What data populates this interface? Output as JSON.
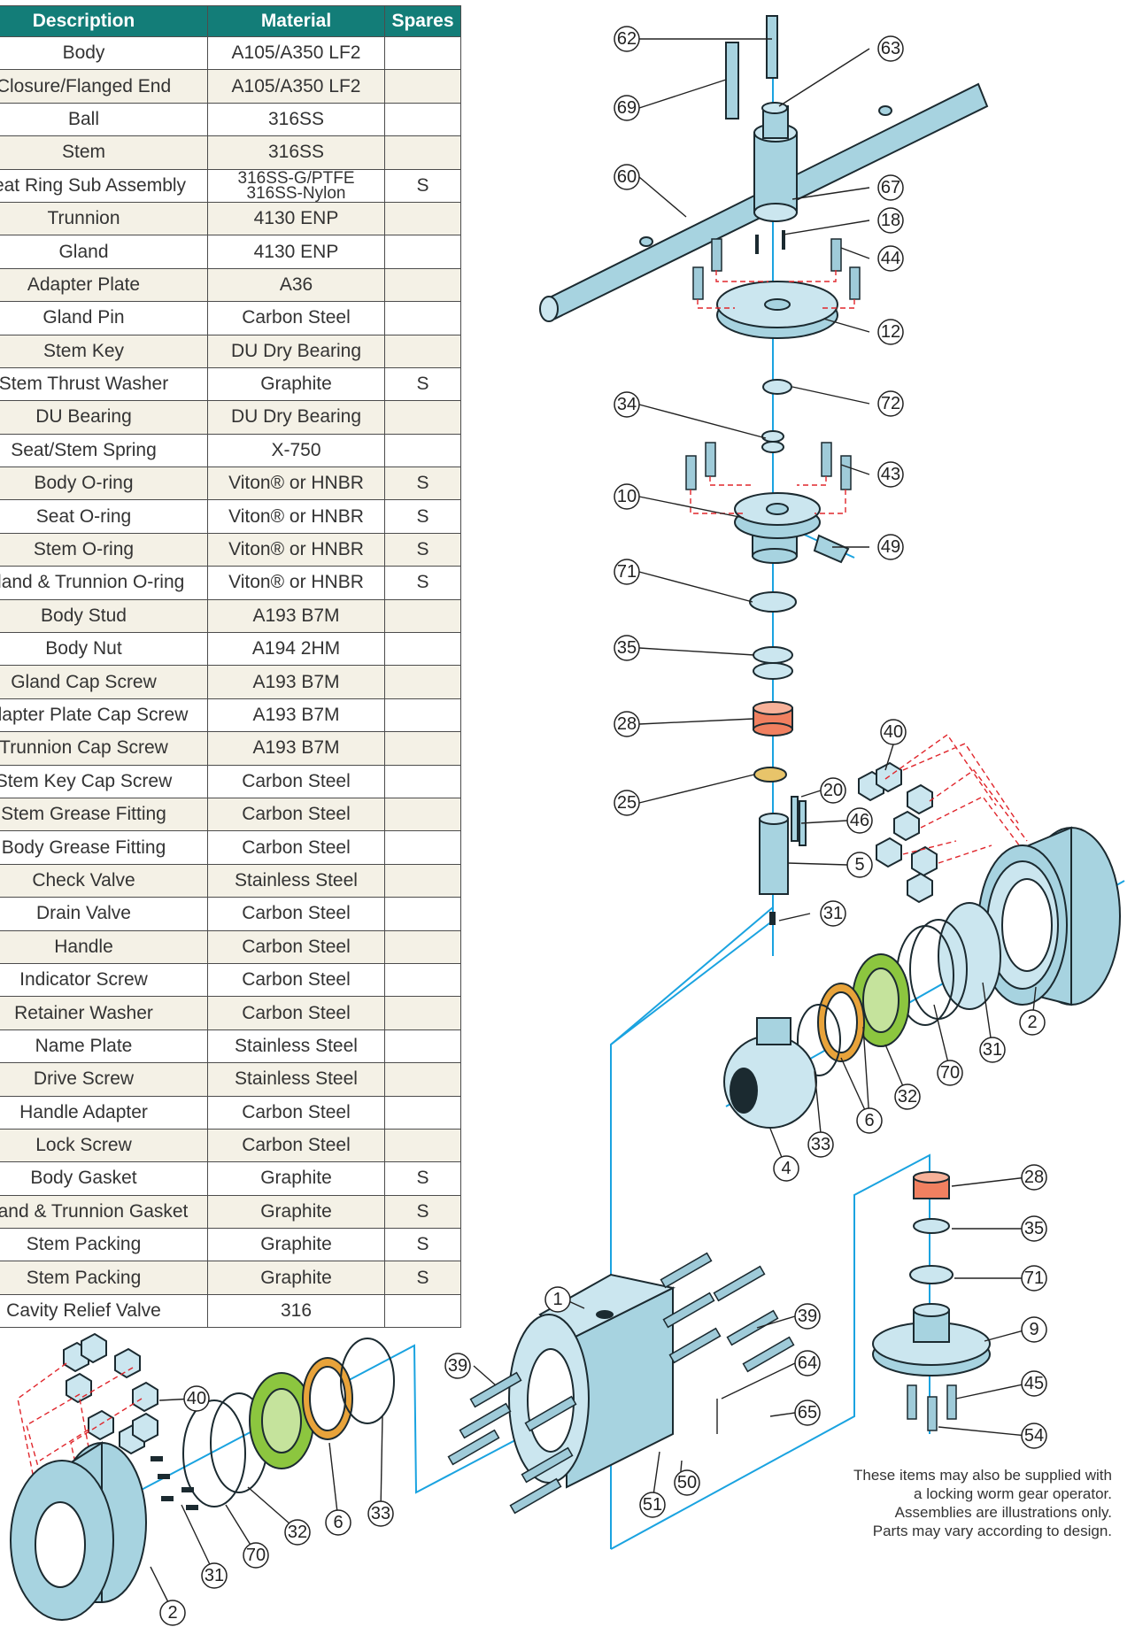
{
  "table": {
    "headers": {
      "description": "Description",
      "material": "Material",
      "spares": "Spares"
    },
    "rows": [
      {
        "description": "Body",
        "material": "A105/A350 LF2",
        "spares": ""
      },
      {
        "description": "Closure/Flanged End",
        "material": "A105/A350 LF2",
        "spares": ""
      },
      {
        "description": "Ball",
        "material": "316SS",
        "spares": ""
      },
      {
        "description": "Stem",
        "material": "316SS",
        "spares": ""
      },
      {
        "description": "Seat Ring Sub Assembly",
        "material": "316SS-G/PTFE",
        "material2": "316SS-Nylon",
        "spares": "S"
      },
      {
        "description": "Trunnion",
        "material": "4130 ENP",
        "spares": ""
      },
      {
        "description": "Gland",
        "material": "4130 ENP",
        "spares": ""
      },
      {
        "description": "Adapter Plate",
        "material": "A36",
        "spares": ""
      },
      {
        "description": "Gland Pin",
        "material": "Carbon Steel",
        "spares": ""
      },
      {
        "description": "Stem Key",
        "material": "DU Dry Bearing",
        "spares": ""
      },
      {
        "description": "Stem Thrust Washer",
        "material": "Graphite",
        "spares": "S"
      },
      {
        "description": "DU Bearing",
        "material": "DU Dry Bearing",
        "spares": ""
      },
      {
        "description": "Seat/Stem Spring",
        "material": "X-750",
        "spares": ""
      },
      {
        "description": "Body O-ring",
        "material": "Viton® or HNBR",
        "spares": "S"
      },
      {
        "description": "Seat O-ring",
        "material": "Viton® or HNBR",
        "spares": "S"
      },
      {
        "description": "Stem O-ring",
        "material": "Viton® or HNBR",
        "spares": "S"
      },
      {
        "description": "Gland & Trunnion O-ring",
        "material": "Viton® or HNBR",
        "spares": "S"
      },
      {
        "description": "Body Stud",
        "material": "A193 B7M",
        "spares": ""
      },
      {
        "description": "Body Nut",
        "material": "A194 2HM",
        "spares": ""
      },
      {
        "description": "Gland Cap Screw",
        "material": "A193 B7M",
        "spares": ""
      },
      {
        "description": "Adapter Plate Cap Screw",
        "material": "A193 B7M",
        "spares": ""
      },
      {
        "description": "Trunnion Cap Screw",
        "material": "A193 B7M",
        "spares": ""
      },
      {
        "description": "Stem Key Cap Screw",
        "material": "Carbon Steel",
        "spares": ""
      },
      {
        "description": "Stem Grease Fitting",
        "material": "Carbon Steel",
        "spares": ""
      },
      {
        "description": "Body Grease Fitting",
        "material": "Carbon Steel",
        "spares": ""
      },
      {
        "description": "Check Valve",
        "material": "Stainless Steel",
        "spares": ""
      },
      {
        "description": "Drain Valve",
        "material": "Carbon Steel",
        "spares": ""
      },
      {
        "description": "Handle",
        "material": "Carbon Steel",
        "spares": ""
      },
      {
        "description": "Indicator Screw",
        "material": "Carbon Steel",
        "spares": ""
      },
      {
        "description": "Retainer Washer",
        "material": "Carbon Steel",
        "spares": ""
      },
      {
        "description": "Name Plate",
        "material": "Stainless Steel",
        "spares": ""
      },
      {
        "description": "Drive Screw",
        "material": "Stainless Steel",
        "spares": ""
      },
      {
        "description": "Handle Adapter",
        "material": "Carbon Steel",
        "spares": ""
      },
      {
        "description": "Lock Screw",
        "material": "Carbon Steel",
        "spares": ""
      },
      {
        "description": "Body Gasket",
        "material": "Graphite",
        "spares": "S"
      },
      {
        "description": "Gland & Trunnion Gasket",
        "material": "Graphite",
        "spares": "S"
      },
      {
        "description": "Stem Packing",
        "material": "Graphite",
        "spares": "S"
      },
      {
        "description": "Stem Packing",
        "material": "Graphite",
        "spares": "S"
      },
      {
        "description": "Cavity Relief Valve",
        "material": "316",
        "spares": ""
      }
    ]
  },
  "callouts": {
    "c62": "62",
    "c63": "63",
    "c69": "69",
    "c60": "60",
    "c67": "67",
    "c18": "18",
    "c44": "44",
    "c12": "12",
    "c72": "72",
    "c34": "34",
    "c43": "43",
    "c10": "10",
    "c49": "49",
    "c71": "71",
    "c35": "35",
    "c28": "28",
    "c40": "40",
    "c20": "20",
    "c46": "46",
    "c25": "25",
    "c5": "5",
    "c31": "31",
    "c2": "2",
    "c70": "70",
    "c32": "32",
    "c6": "6",
    "c33": "33",
    "c4": "4",
    "c1": "1",
    "c39": "39",
    "c64": "64",
    "c65": "65",
    "c50": "50",
    "c51": "51",
    "c9": "9",
    "c45": "45",
    "c54": "54"
  },
  "note": {
    "line1": "These items may also be supplied with",
    "line2": "a locking worm gear operator.",
    "line3": "Assemblies are illustrations only.",
    "line4": "Parts may vary according to design."
  },
  "colors": {
    "header": "#137d78",
    "axis": "#1aa3e0",
    "part": "#a7d3e0",
    "seat_green": "#8cc63f",
    "seat_orange": "#e8a33a",
    "bearing": "#f08060",
    "dashed": "#e0262c"
  }
}
